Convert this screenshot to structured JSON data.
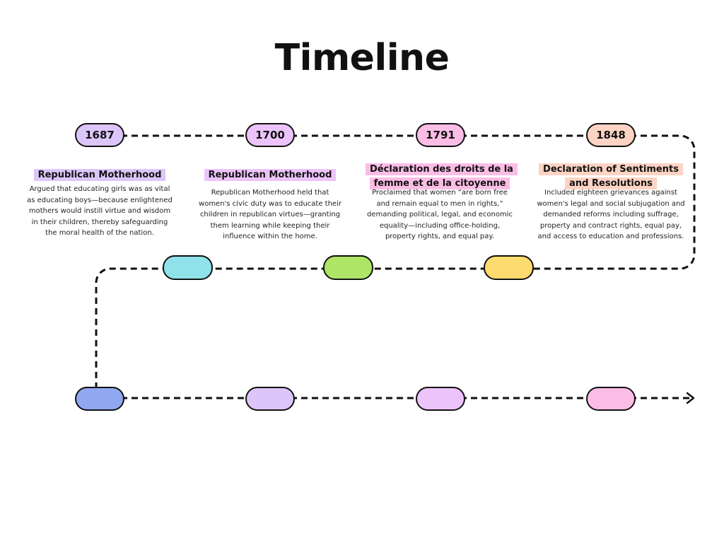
{
  "title": "Timeline",
  "colors": {
    "line": "#111111",
    "row1_pills": [
      "#dcc6f9",
      "#ecc3fb",
      "#fbbde6",
      "#fdd3c3"
    ],
    "row1_headings": [
      "#dcc6f9",
      "#ecc3fb",
      "#fbbde6",
      "#fdd3c3"
    ],
    "row2_pills": [
      "#8fe2ea",
      "#aee566",
      "#fedb6e"
    ],
    "row3_pills": [
      "#8fa8ef",
      "#dcc6f9",
      "#ecc3fb",
      "#fbbde6"
    ]
  },
  "events": [
    {
      "year": "1687",
      "heading": "Republican Motherhood",
      "description": "Argued that educating girls was as vital as educating boys—because enlightened mothers would instill virtue and wisdom in their children, thereby safeguarding the moral health of the nation."
    },
    {
      "year": "1700",
      "heading": "Republican Motherhood",
      "description": "Republican Motherhood held that women's civic duty was to educate their children in republican virtues—granting them learning while keeping their influence within the home."
    },
    {
      "year": "1791",
      "heading": "Déclaration des droits de la femme et de la citoyenne",
      "description": "Proclaimed that women “are born free and remain equal to men in rights,” demanding political, legal, and economic equality—including office-holding, property rights, and equal pay."
    },
    {
      "year": "1848",
      "heading": "Declaration of Sentiments and Resolutions",
      "description": "Included eighteen grievances against women's legal and social subjugation and demanded reforms including suffrage, property and contract rights, equal pay, and access to education and professions."
    }
  ]
}
